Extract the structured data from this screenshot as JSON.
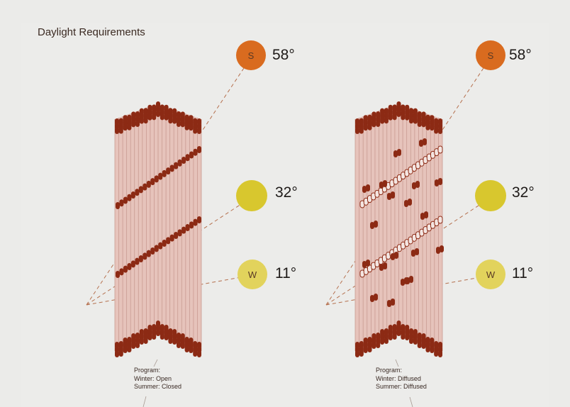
{
  "title": "Daylight Requirements",
  "colors": {
    "background": "#ebebe9",
    "facade_fill": "#e6c3bb",
    "fin_line": "#c99b92",
    "shade_tile": "#8c2a14",
    "summer_sun": "#d96b1f",
    "equinox_sun": "#d8c72e",
    "winter_sun": "#e2d35c",
    "ray": "#b5704e"
  },
  "suns": [
    {
      "id": "summer",
      "letter": "S",
      "angle": "58°"
    },
    {
      "id": "equinox",
      "letter": "",
      "angle": "32°"
    },
    {
      "id": "winter",
      "letter": "W",
      "angle": "11°"
    }
  ],
  "panels": [
    {
      "id": "left",
      "program": [
        "Program:",
        "Winter: Open",
        "Summer: Closed"
      ]
    },
    {
      "id": "right",
      "program": [
        "Program:",
        "Winter: Diffused",
        "Summer: Diffused"
      ]
    }
  ]
}
